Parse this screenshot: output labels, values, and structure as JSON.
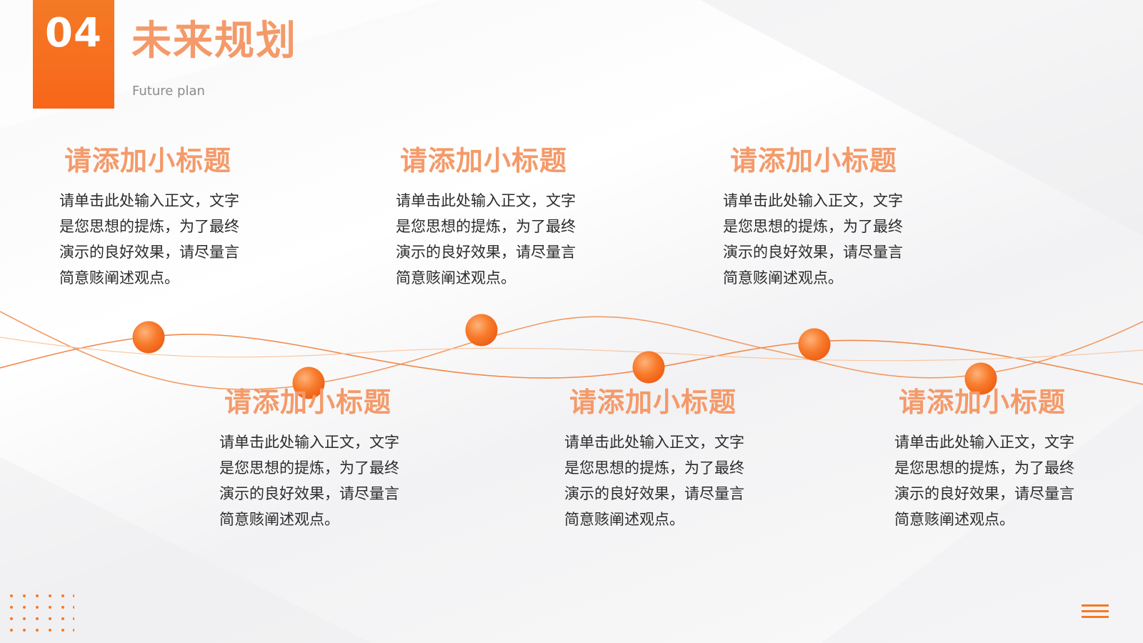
{
  "header": {
    "number": "04",
    "title": "未来规划",
    "subtitle": "Future plan"
  },
  "items": [
    {
      "title": "请添加小标题",
      "body": "请单击此处输入正文，文字是您思想的提炼，为了最终演示的良好效果，请尽量言简意赅阐述观点。"
    },
    {
      "title": "请添加小标题",
      "body": "请单击此处输入正文，文字是您思想的提炼，为了最终演示的良好效果，请尽量言简意赅阐述观点。"
    },
    {
      "title": "请添加小标题",
      "body": "请单击此处输入正文，文字是您思想的提炼，为了最终演示的良好效果，请尽量言简意赅阐述观点。"
    },
    {
      "title": "请添加小标题",
      "body": "请单击此处输入正文，文字是您思想的提炼，为了最终演示的良好效果，请尽量言简意赅阐述观点。"
    },
    {
      "title": "请添加小标题",
      "body": "请单击此处输入正文，文字是您思想的提炼，为了最终演示的良好效果，请尽量言简意赅阐述观点。"
    },
    {
      "title": "请添加小标题",
      "body": "请单击此处输入正文，文字是您思想的提炼，为了最终演示的良好效果，请尽量言简意赅阐述观点。"
    }
  ],
  "colors": {
    "accent": "#f47a26",
    "title_orange": "#f49a6a",
    "text": "#2b2b2b",
    "subtitle_gray": "#8c8c8c"
  },
  "icons": {
    "menu": "menu-icon",
    "dots": "dot-grid-icon"
  }
}
